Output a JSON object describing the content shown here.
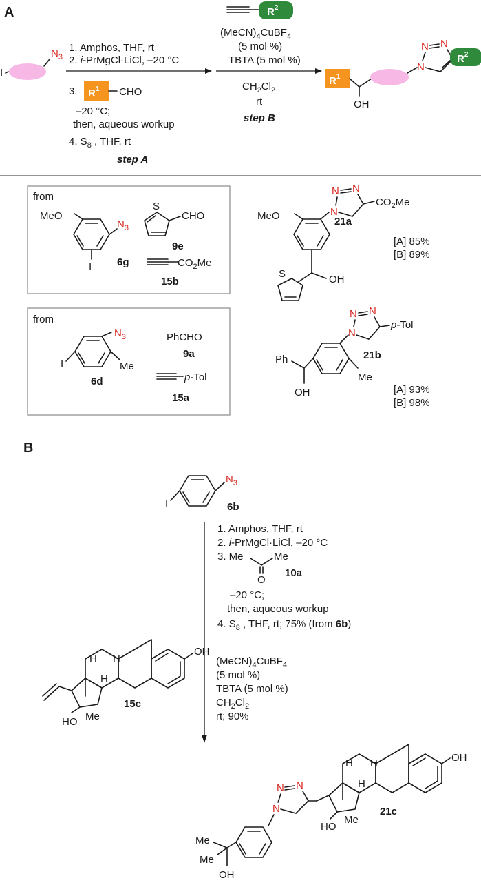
{
  "panel_a": {
    "label": "A",
    "start_i": "I",
    "start_n3": "N",
    "start_n3_sub": "3",
    "step_a": {
      "line1": "1. Amphos, THF, rt",
      "line2_num": "2. ",
      "line2_ital": "i",
      "line2_rest": "-PrMgCl·LiCl, –20 °C",
      "line3_num": "3.",
      "r1_badge": "R",
      "r1_sup": "1",
      "cho": "CHO",
      "line3b": "–20 °C;",
      "line3c": "then, aqueous workup",
      "line4_a": "4. S",
      "line4_sub": "8",
      "line4_b": " , THF, rt",
      "name": "step A"
    },
    "step_b": {
      "r2_badge": "R",
      "r2_sup": "2",
      "cat_a": "(MeCN)",
      "cat_sub4": "4",
      "cat_b": "CuBF",
      "cat_sub4b": "4",
      "cat_line2": "(5 mol %)",
      "tbta": "TBTA (5 mol %)",
      "solvent_a": "CH",
      "solvent_sub2": "2",
      "solvent_b": "Cl",
      "solvent_sub2b": "2",
      "temp": "rt",
      "name": "step B"
    },
    "product": {
      "r1": "R",
      "r1_sup": "1",
      "r2": "R",
      "r2_sup": "2",
      "oh": "OH",
      "n": "N"
    }
  },
  "examples": [
    {
      "from": "from",
      "azide": "6g",
      "aldehyde": "9e",
      "alkyne": "15b",
      "meo": "MeO",
      "n3": "N",
      "n3_sub": "3",
      "iodo": "I",
      "s": "S",
      "cho": "CHO",
      "co2me": "CO",
      "co2me_sub": "2",
      "co2me_tail": "Me",
      "product": "21a",
      "yield_a": "[A] 85%",
      "yield_b": "[B] 89%",
      "p_meo": "MeO",
      "p_oh": "OH",
      "p_s": "S",
      "p_co2me": "CO",
      "p_co2me_sub": "2",
      "p_co2me_tail": "Me"
    },
    {
      "from": "from",
      "azide": "6d",
      "aldehyde_text": "PhCHO",
      "aldehyde": "9a",
      "alkyne": "15a",
      "n3": "N",
      "n3_sub": "3",
      "iodo": "I",
      "me": "Me",
      "ptol_p": "p",
      "ptol_rest": "-Tol",
      "product": "21b",
      "yield_a": "[A] 93%",
      "yield_b": "[B] 98%",
      "p_ph": "Ph",
      "p_oh": "OH",
      "p_me": "Me"
    }
  ],
  "panel_b": {
    "label": "B",
    "start": "6b",
    "start_i": "I",
    "n3": "N",
    "n3_sub": "3",
    "cond1_l1": "1. Amphos, THF, rt",
    "cond1_l2_num": "2. ",
    "cond1_l2_ital": "i",
    "cond1_l2_rest": "-PrMgCl·LiCl, –20 °C",
    "cond1_l3": "3. Me",
    "cond1_l3_me2": "Me",
    "acetone_o": "O",
    "acetone": "10a",
    "cond1_l4": "–20 °C;",
    "cond1_l5": "then, aqueous workup",
    "cond1_l6_a": "4. S",
    "cond1_l6_sub": "8",
    "cond1_l6_b": " , THF, rt; 75% (from ",
    "cond1_l6_bold": "6b",
    "cond1_l6_c": ")",
    "cond2_a": "(MeCN)",
    "cond2_sub": "4",
    "cond2_b": "CuBF",
    "cond2_sub2": "4",
    "cond2_l2": "(5 mol %)",
    "cond2_l3": "TBTA (5 mol %)",
    "cond2_l4_a": "CH",
    "cond2_l4_sub": "2",
    "cond2_l4_b": "Cl",
    "cond2_l4_sub2": "2",
    "cond2_l5": "rt; 90%",
    "alkyne_sm": "15c",
    "product": "21c",
    "oh": "OH",
    "ho": "HO",
    "me": "Me",
    "h": "H",
    "n": "N"
  }
}
